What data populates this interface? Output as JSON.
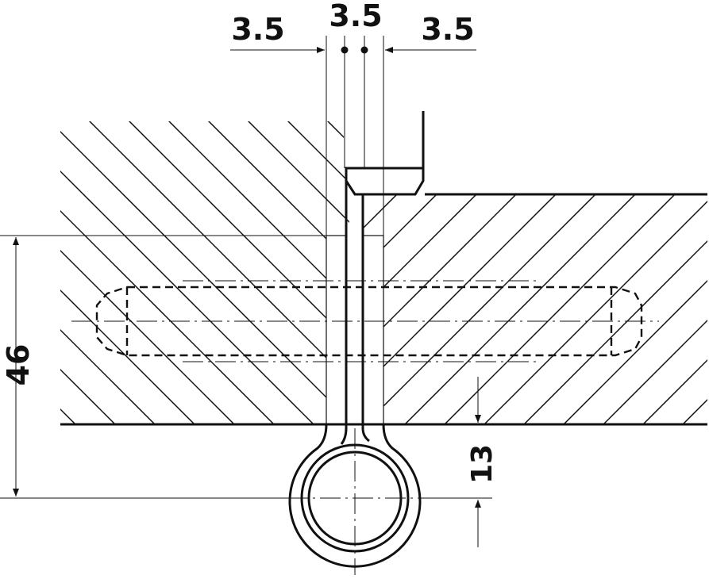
{
  "dimensions": {
    "leaf_gap_left": "3.5",
    "pin_offset": "3.5",
    "leaf_gap_right": "3.5",
    "total_height": "46",
    "knuckle_offset": "13"
  }
}
